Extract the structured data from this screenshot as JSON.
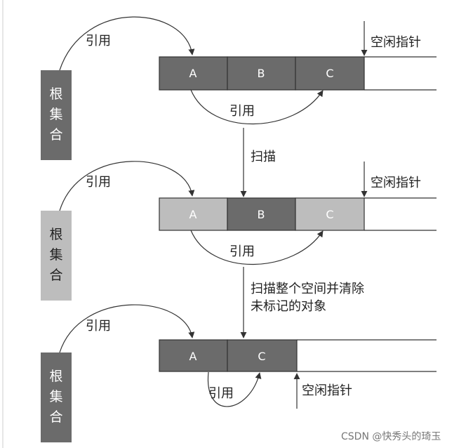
{
  "colors": {
    "dark": "#6b6b6b",
    "light": "#bdbdbd",
    "line": "#333333",
    "text_on_dark": "#ffffff",
    "text_on_light": "#222222"
  },
  "panels": [
    {
      "root": {
        "chars": [
          "根",
          "集",
          "合"
        ],
        "fill": "dark"
      },
      "root_ref_label": "引用",
      "cells": [
        {
          "label": "A",
          "fill": "dark"
        },
        {
          "label": "B",
          "fill": "dark"
        },
        {
          "label": "C",
          "fill": "dark"
        }
      ],
      "inner_ref_label": "引用",
      "free_pointer_label": "空闲指针"
    },
    {
      "root": {
        "chars": [
          "根",
          "集",
          "合"
        ],
        "fill": "light"
      },
      "root_ref_label": "引用",
      "cells": [
        {
          "label": "A",
          "fill": "light"
        },
        {
          "label": "B",
          "fill": "dark"
        },
        {
          "label": "C",
          "fill": "light"
        }
      ],
      "inner_ref_label": "引用",
      "free_pointer_label": "空闲指针"
    },
    {
      "root": {
        "chars": [
          "根",
          "集",
          "合"
        ],
        "fill": "dark"
      },
      "root_ref_label": "引用",
      "cells": [
        {
          "label": "A",
          "fill": "dark"
        },
        {
          "label": "C",
          "fill": "dark"
        }
      ],
      "inner_ref_label": "引用",
      "free_pointer_label": "空闲指针"
    }
  ],
  "steps": [
    {
      "lines": [
        "扫描"
      ]
    },
    {
      "lines": [
        "扫描整个空间并清除",
        "未标记的对象"
      ]
    }
  ],
  "watermark": "CSDN @快秀头的琦玉"
}
